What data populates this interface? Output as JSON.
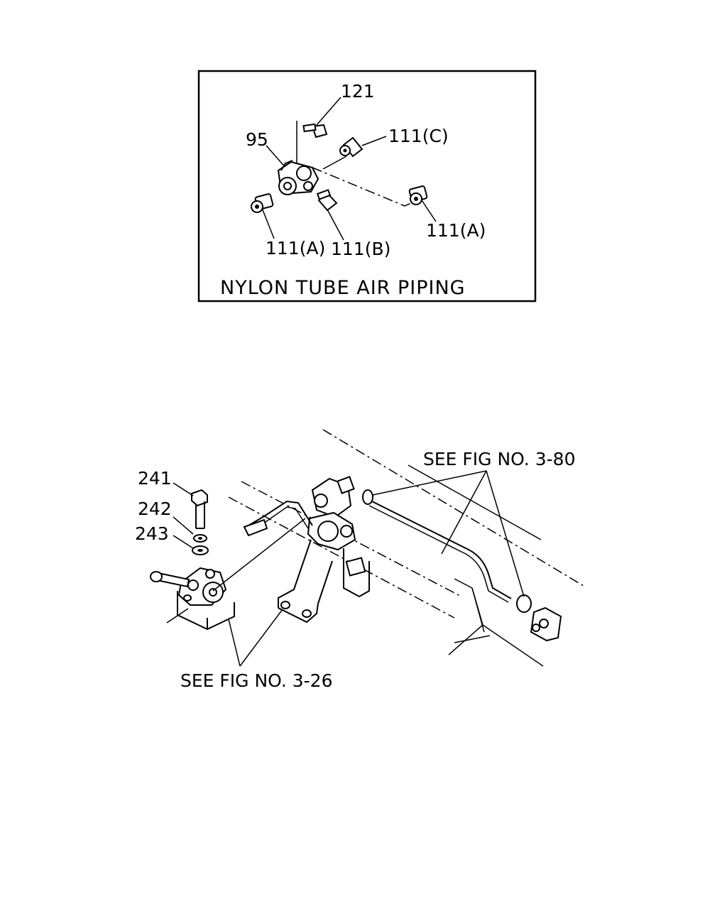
{
  "inset": {
    "caption": "NYLON TUBE AIR PIPING",
    "labels": {
      "l121": "121",
      "l95": "95",
      "l111c": "111(C)",
      "l111a_right": "111(A)",
      "l111a_left": "111(A)",
      "l111b": "111(B)"
    }
  },
  "main": {
    "labels": {
      "l241": "241",
      "l242": "242",
      "l243": "243"
    },
    "refs": {
      "fig_3_80": "SEE FIG NO. 3-80",
      "fig_3_26": "SEE FIG NO. 3-26"
    }
  },
  "colors": {
    "ink": "#000000",
    "paper": "#ffffff"
  }
}
